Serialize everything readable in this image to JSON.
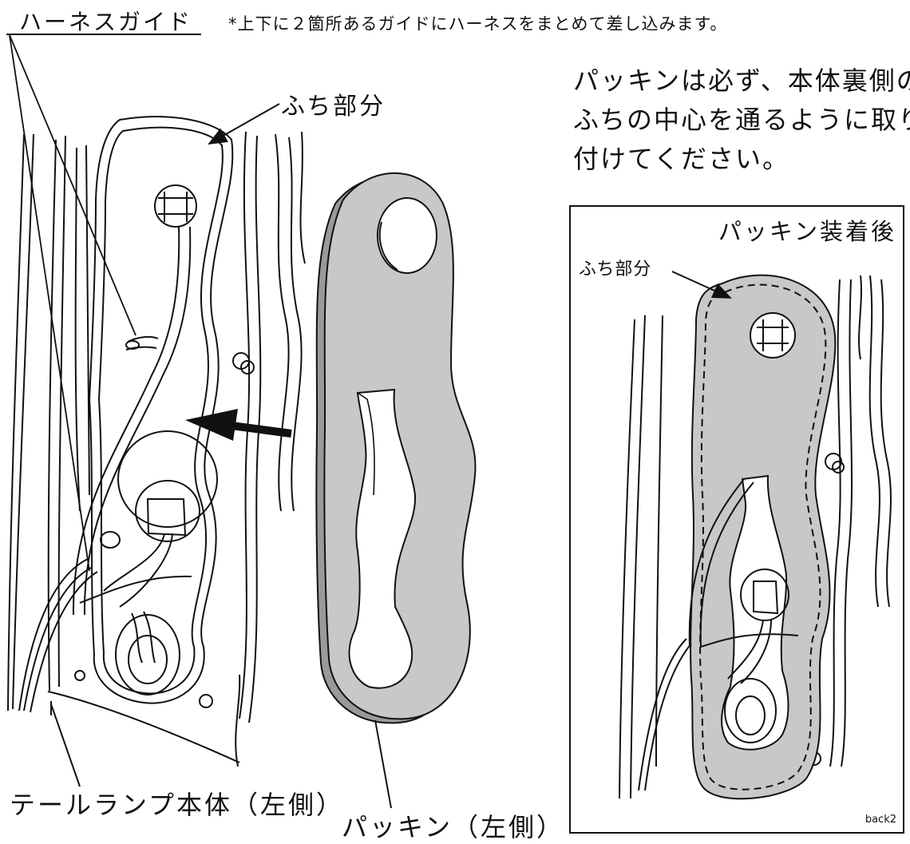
{
  "labels": {
    "harness_guide": "ハーネスガイド",
    "guide_note": "*上下に２箇所あるガイドにハーネスをまとめて差し込みます。",
    "rim_part": "ふち部分",
    "instruction_lines": [
      "パッキンは必ず、本体裏側の",
      "ふちの中心を通るように取り",
      "付けてください。"
    ],
    "after_install": "パッキン装着後",
    "rim_part_detail": "ふち部分",
    "lamp_body": "テールランプ本体（左側）",
    "packing": "パッキン（左側）",
    "ref_code": "back2"
  },
  "colors": {
    "line": "#111111",
    "packing_fill": "#c8c8c8",
    "background": "#ffffff"
  }
}
